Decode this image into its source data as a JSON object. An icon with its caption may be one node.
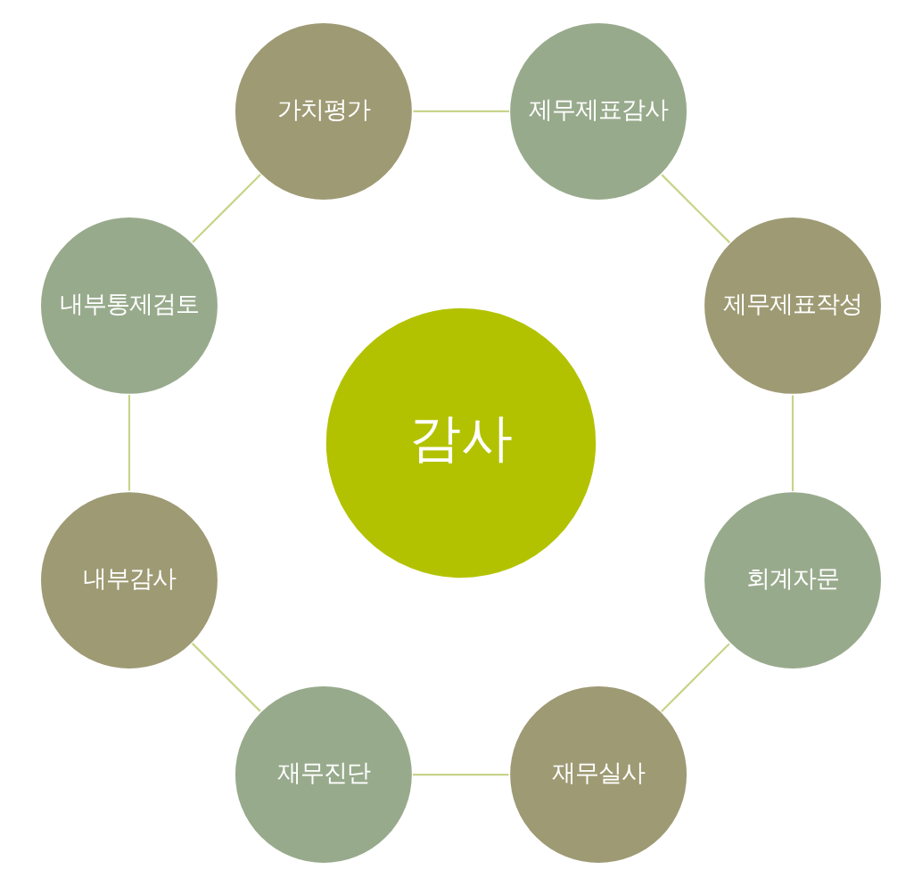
{
  "diagram": {
    "nodes": [
      {
        "text": [
          "감사"
        ]
      },
      {
        "text": [
          "제무제표작성"
        ]
      },
      {
        "text": [
          "제무제표감사"
        ]
      },
      {
        "text": [
          "가치평가"
        ]
      },
      {
        "text": [
          "내부통제검토"
        ]
      },
      {
        "text": [
          "내부감사"
        ]
      },
      {
        "text": [
          "재무진단"
        ]
      },
      {
        "text": [
          "재무실사"
        ]
      },
      {
        "text": [
          "회계자문"
        ]
      }
    ],
    "edges": [
      {
        "from": 1,
        "to": 2,
        "arrow": "none"
      },
      {
        "from": 2,
        "to": 3,
        "arrow": "none"
      },
      {
        "from": 3,
        "to": 4,
        "arrow": "none"
      },
      {
        "from": 4,
        "to": 5,
        "arrow": "none"
      },
      {
        "from": 5,
        "to": 6,
        "arrow": "none"
      },
      {
        "from": 6,
        "to": 7,
        "arrow": "none"
      },
      {
        "from": 7,
        "to": 8,
        "arrow": "none"
      },
      {
        "from": 8,
        "to": 1,
        "arrow": "none"
      }
    ]
  }
}
